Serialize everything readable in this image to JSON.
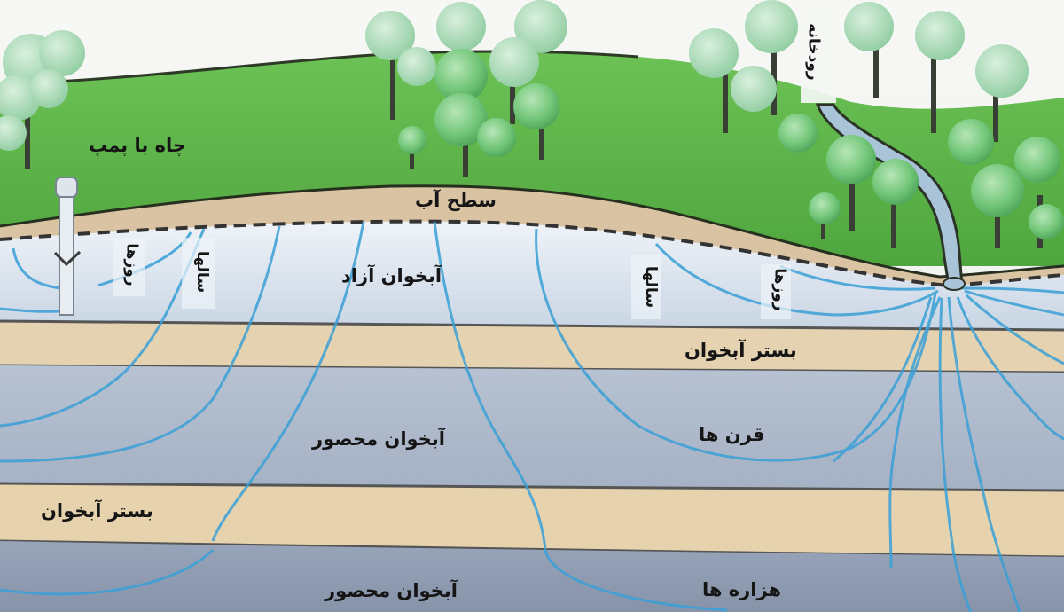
{
  "diagram": {
    "title": "Groundwater aquifer cross-section",
    "colors": {
      "sky": "#f3f5f2",
      "grass": "#5fb84a",
      "grass_dark": "#3f8f2f",
      "tree_light": "#8fd29a",
      "tree_mid": "#5fbd62",
      "trunk": "#3a3f35",
      "soil": "#d9c3a3",
      "unconfined_aquifer": "#dfe8f3",
      "aquitard": "#e4d2b0",
      "confined_aquifer_1": "#adb9cb",
      "confined_aquifer_2": "#8e9ab0",
      "flow_line": "#3aa0d6",
      "water_table_dash": "#333333",
      "river": "#a9c4d8"
    },
    "labels": {
      "pumping_well": "چاه با پمپ",
      "water_table": "سطح آب",
      "unconfined_aquifer": "آبخوان آزاد",
      "river": "رودخانه",
      "aquitard_upper": "بستر آبخوان",
      "confined_aquifer_upper": "آبخوان محصور",
      "centuries": "قرن ها",
      "aquitard_lower": "بستر آبخوان",
      "confined_aquifer_lower": "آبخوان محصور",
      "millennia": "هزاره ها",
      "flow_time_1": "روزها",
      "flow_time_2": "سالها",
      "flow_time_3": "سالها",
      "flow_time_4": "روزها"
    }
  }
}
